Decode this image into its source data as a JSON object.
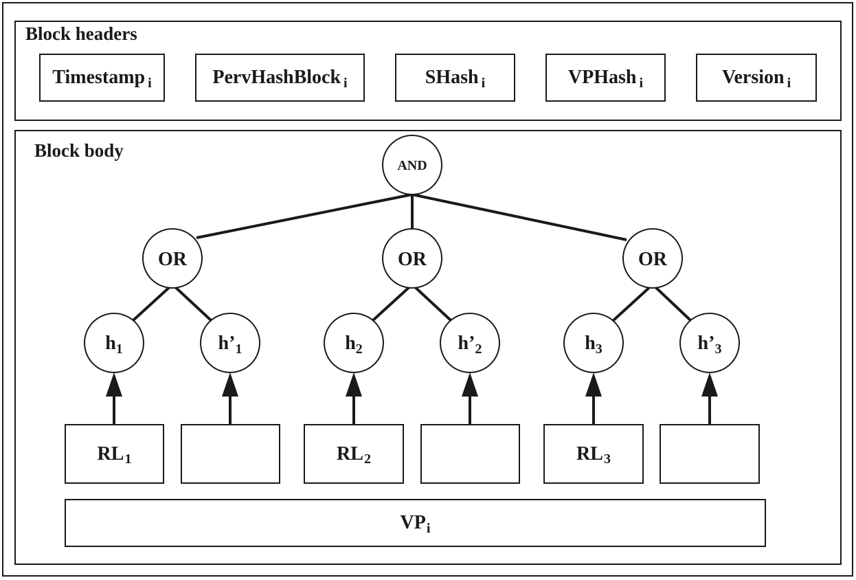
{
  "headers": {
    "title": "Block headers",
    "fields": [
      {
        "label": "Timestamp",
        "sub": "i"
      },
      {
        "label": "PervHashBlock",
        "sub": "i"
      },
      {
        "label": "SHash",
        "sub": "i"
      },
      {
        "label": "VPHash",
        "sub": "i"
      },
      {
        "label": "Version",
        "sub": "i"
      }
    ]
  },
  "body": {
    "title": "Block body",
    "root": {
      "label": "AND"
    },
    "or_nodes": [
      {
        "label": "OR"
      },
      {
        "label": "OR"
      },
      {
        "label": "OR"
      }
    ],
    "hash_nodes": [
      {
        "label": "h",
        "sub": "1"
      },
      {
        "label": "h’",
        "sub": "1"
      },
      {
        "label": "h",
        "sub": "2"
      },
      {
        "label": "h’",
        "sub": "2"
      },
      {
        "label": "h",
        "sub": "3"
      },
      {
        "label": "h’",
        "sub": "3"
      }
    ],
    "leaf_boxes": [
      {
        "label": "RL",
        "sub": "1"
      },
      {
        "label": "",
        "sub": ""
      },
      {
        "label": "RL",
        "sub": "2"
      },
      {
        "label": "",
        "sub": ""
      },
      {
        "label": "RL",
        "sub": "3"
      },
      {
        "label": "",
        "sub": ""
      }
    ],
    "vp": {
      "label": "VP",
      "sub": "i"
    }
  }
}
